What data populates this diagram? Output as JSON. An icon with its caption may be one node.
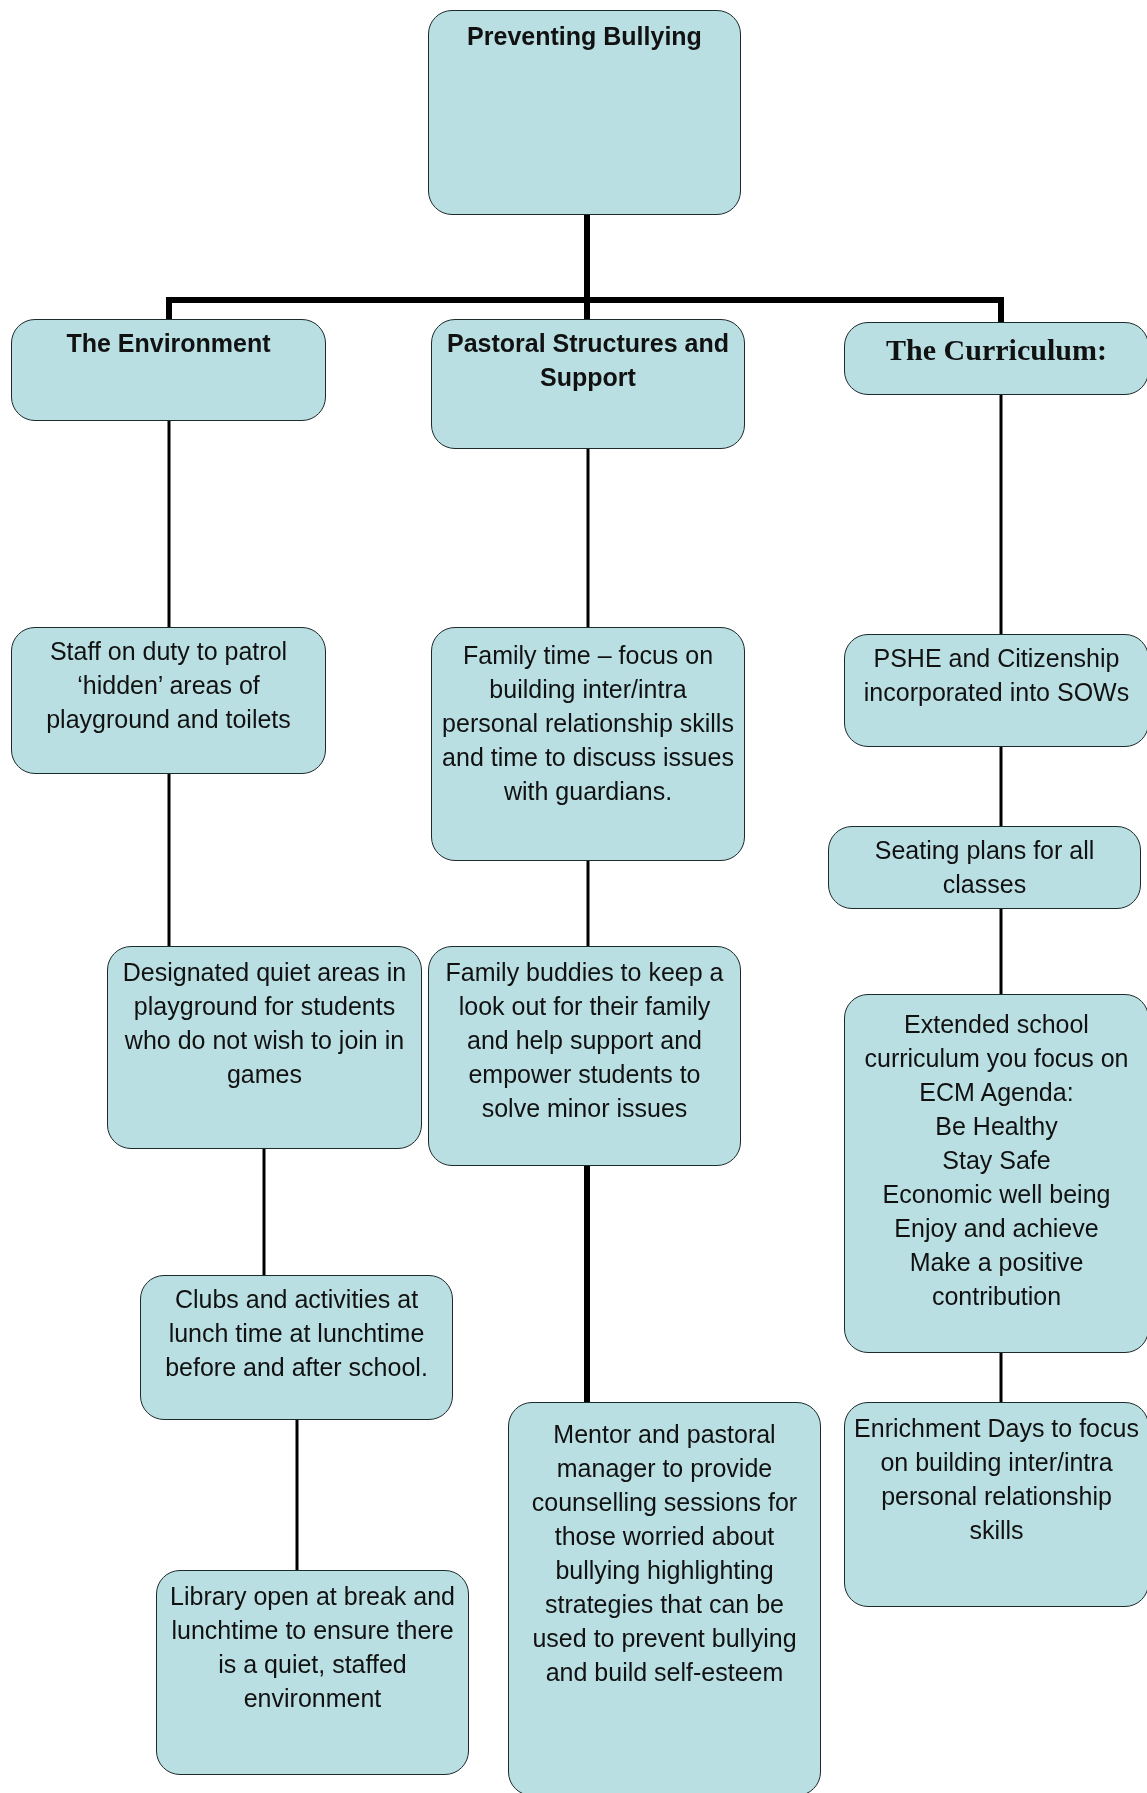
{
  "diagram": {
    "nodes": [
      {
        "text": [
          "Preventing Bullying"
        ]
      },
      {
        "text": [
          "The Environment"
        ]
      },
      {
        "text": [
          "Pastoral Structures and Support"
        ]
      },
      {
        "text": [
          "The Curriculum:"
        ]
      },
      {
        "text": [
          "Staff on duty to patrol ‘hidden’ areas of playground and toilets"
        ]
      },
      {
        "text": [
          "Family time – focus on building inter/intra personal relationship skills and time to discuss issues with guardians."
        ]
      },
      {
        "text": [
          "PSHE and Citizenship incorporated into SOWs"
        ]
      },
      {
        "text": [
          "Seating plans for all classes"
        ]
      },
      {
        "text": [
          "Designated quiet areas in playground for students who do not wish to join in games"
        ]
      },
      {
        "text": [
          "Family buddies to keep a look out for their family and help support and empower students to solve minor issues"
        ]
      },
      {
        "text": [
          "Extended school curriculum you focus on ECM Agenda:",
          "Be Healthy",
          "Stay Safe",
          "Economic well being",
          "Enjoy and achieve",
          "Make a positive contribution"
        ]
      },
      {
        "text": [
          "Clubs and activities at lunch time at lunchtime before and after school."
        ]
      },
      {
        "text": [
          "Mentor and pastoral manager to provide counselling sessions for those worried about bullying highlighting strategies that can be used to prevent bullying and build self-esteem"
        ]
      },
      {
        "text": [
          "Enrichment Days to focus on building inter/intra personal relationship skills"
        ]
      },
      {
        "text": [
          "Library open at break and lunchtime to ensure there is a quiet, staffed environment"
        ]
      }
    ],
    "edges": [
      {
        "from": 0,
        "to": 1,
        "arrow": "none",
        "style": "thick"
      },
      {
        "from": 0,
        "to": 2,
        "arrow": "none",
        "style": "thick"
      },
      {
        "from": 0,
        "to": 3,
        "arrow": "none",
        "style": "thick"
      },
      {
        "from": 1,
        "to": 4,
        "arrow": "none"
      },
      {
        "from": 4,
        "to": 8,
        "arrow": "none"
      },
      {
        "from": 8,
        "to": 11,
        "arrow": "none"
      },
      {
        "from": 11,
        "to": 14,
        "arrow": "none"
      },
      {
        "from": 2,
        "to": 5,
        "arrow": "none"
      },
      {
        "from": 5,
        "to": 9,
        "arrow": "none"
      },
      {
        "from": 9,
        "to": 12,
        "arrow": "none",
        "style": "thick"
      },
      {
        "from": 3,
        "to": 6,
        "arrow": "none"
      },
      {
        "from": 6,
        "to": 7,
        "arrow": "none"
      },
      {
        "from": 7,
        "to": 10,
        "arrow": "none"
      },
      {
        "from": 10,
        "to": 13,
        "arrow": "none"
      }
    ]
  }
}
